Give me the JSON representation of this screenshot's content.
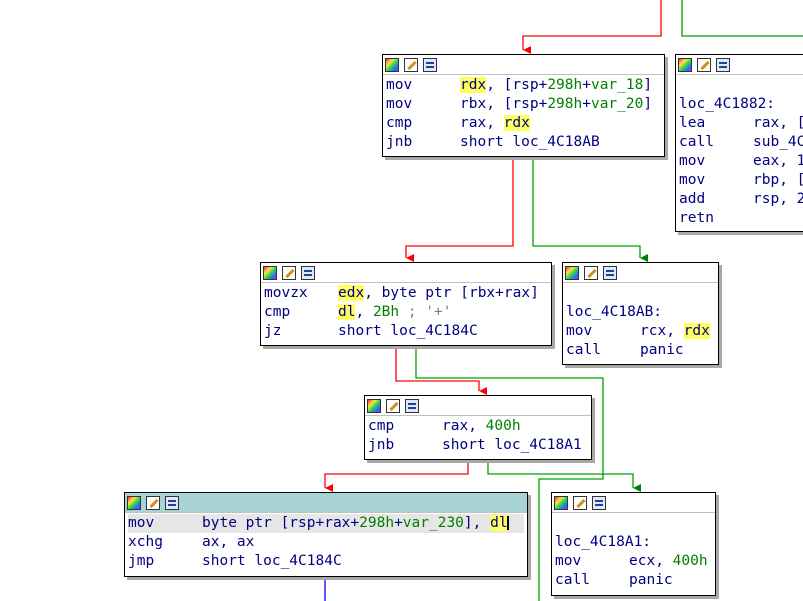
{
  "colors": {
    "true_edge": "#00a000",
    "false_edge": "#ff0000",
    "uncond_edge": "#0000ff",
    "highlight": "#ffff60",
    "selected_header": "#a8d3d3"
  },
  "header_icons": [
    "color-palette-icon",
    "rename-pencil-icon",
    "graph-overview-icon"
  ],
  "blocks": {
    "b1": {
      "lines": [
        {
          "mn": "mov",
          "a": "rdx",
          "b": ", [rsp+",
          "c": "298h",
          "d": "+",
          "e": "var_18",
          "f": "]"
        },
        {
          "mn": "mov",
          "a": "rbx",
          "b": ", [rsp+",
          "c": "298h",
          "d": "+",
          "e": "var_20",
          "f": "]"
        },
        {
          "mn": "cmp",
          "a": "rax",
          "b": ", ",
          "c": "rdx"
        },
        {
          "mn": "jnb",
          "a": "short loc_4C18AB"
        }
      ]
    },
    "b2": {
      "label": "loc_4C1882:",
      "lines": [
        {
          "mn": "lea",
          "a": "rax, ["
        },
        {
          "mn": "call",
          "a": "sub_4C"
        },
        {
          "mn": "mov",
          "a": "eax, 1"
        },
        {
          "mn": "mov",
          "a": "rbp, ["
        },
        {
          "mn": "add",
          "a": "rsp, 2"
        },
        {
          "mn": "retn",
          "a": ""
        }
      ]
    },
    "b3": {
      "lines": [
        {
          "mn": "movzx",
          "a": "edx",
          "b": ", byte ptr [rbx+rax]"
        },
        {
          "mn": "cmp",
          "a": "dl",
          "b": ", ",
          "c": "2Bh",
          "d": " ; '+'"
        },
        {
          "mn": "jz",
          "a": "short loc_4C184C"
        }
      ]
    },
    "b4": {
      "label": "loc_4C18AB:",
      "lines": [
        {
          "mn": "mov",
          "a": "rcx, ",
          "b": "rdx"
        },
        {
          "mn": "call",
          "a": "panic"
        }
      ]
    },
    "b5": {
      "lines": [
        {
          "mn": "cmp",
          "a": "rax, ",
          "b": "400h"
        },
        {
          "mn": "jnb",
          "a": "short loc_4C18A1"
        }
      ]
    },
    "b6": {
      "lines": [
        {
          "mn": "mov",
          "a": "byte ptr [rsp+rax+",
          "b": "298h",
          "c": "+",
          "d": "var_230",
          "e": "], ",
          "f": "dl"
        },
        {
          "mn": "xchg",
          "a": "ax, ax"
        },
        {
          "mn": "jmp",
          "a": "short loc_4C184C"
        }
      ]
    },
    "b7": {
      "label": "loc_4C18A1:",
      "lines": [
        {
          "mn": "mov",
          "a": "ecx, ",
          "b": "400h"
        },
        {
          "mn": "call",
          "a": "panic"
        }
      ]
    }
  }
}
